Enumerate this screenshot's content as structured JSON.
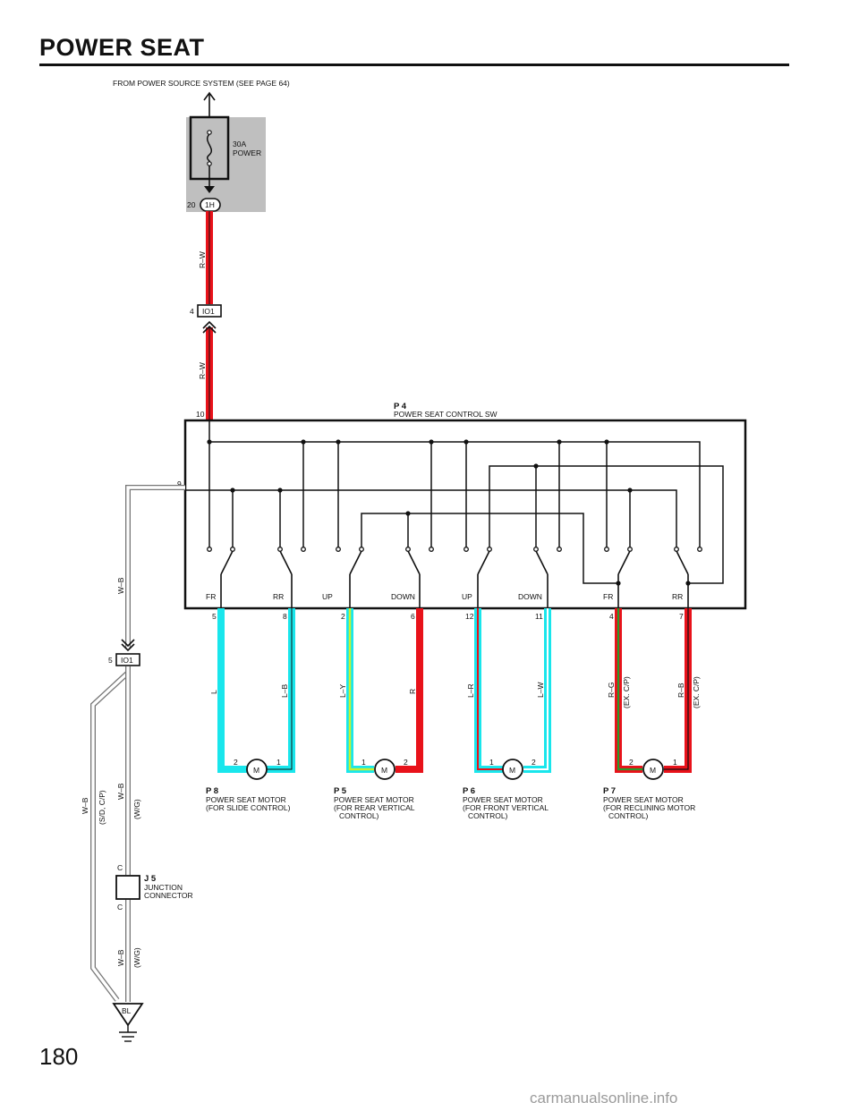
{
  "page": {
    "title": "POWER SEAT",
    "page_number": "180",
    "watermark": "carmanualsonline.info"
  },
  "source": {
    "text": "FROM POWER SOURCE SYSTEM (SEE PAGE 64)"
  },
  "fuse": {
    "rating": "30A",
    "name": "POWER",
    "pin": "20",
    "connector": "1H"
  },
  "io_connectors": [
    {
      "pin": "4",
      "name": "IO1"
    },
    {
      "pin": "5",
      "name": "IO1"
    }
  ],
  "switch": {
    "code": "P 4",
    "name": "POWER SEAT CONTROL SW",
    "input_pin": "10",
    "ground_pin": "9",
    "labels": [
      "FR",
      "RR",
      "UP",
      "DOWN",
      "UP",
      "DOWN",
      "FR",
      "RR"
    ],
    "pins": [
      "5",
      "8",
      "2",
      "6",
      "12",
      "11",
      "4",
      "7"
    ]
  },
  "wires": {
    "power_1": "R–W",
    "power_2": "R–W",
    "ground_switch": "W–B",
    "ground_left": "W–B",
    "ground_left_note": "(S/D, C/P)",
    "ground_right": "W–B",
    "ground_right_note": "(W/G)",
    "ground_lower": "W–B",
    "ground_lower_note": "(W/G)",
    "motor_wires": [
      "L",
      "L–B",
      "L–Y",
      "R",
      "L–R",
      "L–W",
      "R–G",
      "R–B"
    ],
    "motor_wire_notes": [
      "(EX. C/P)",
      "(EX. C/P)"
    ]
  },
  "motors": [
    {
      "code": "P 8",
      "name": "POWER SEAT MOTOR",
      "line2": "(FOR SLIDE CONTROL)",
      "line3": "",
      "symbol": "M",
      "pin_left": "2",
      "pin_right": "1"
    },
    {
      "code": "P 5",
      "name": "POWER SEAT MOTOR",
      "line2": "(FOR REAR VERTICAL",
      "line3": "CONTROL)",
      "symbol": "M",
      "pin_left": "1",
      "pin_right": "2"
    },
    {
      "code": "P 6",
      "name": "POWER SEAT MOTOR",
      "line2": "(FOR FRONT VERTICAL",
      "line3": "CONTROL)",
      "symbol": "M",
      "pin_left": "1",
      "pin_right": "2"
    },
    {
      "code": "P 7",
      "name": "POWER SEAT MOTOR",
      "line2": "(FOR RECLINING MOTOR",
      "line3": "CONTROL)",
      "symbol": "M",
      "pin_left": "2",
      "pin_right": "1"
    }
  ],
  "junction": {
    "code": "J 5",
    "line1": "JUNCTION",
    "line2": "CONNECTOR",
    "pin_top": "C",
    "pin_bottom": "C"
  },
  "ground": {
    "code": "BL"
  },
  "colors": {
    "red": "#e8121a",
    "cyan": "#19e6ec",
    "yellow_green": "#c8f030",
    "green": "#2a9a2a",
    "black": "#111111",
    "fuse_box": "#bfbfbf"
  }
}
